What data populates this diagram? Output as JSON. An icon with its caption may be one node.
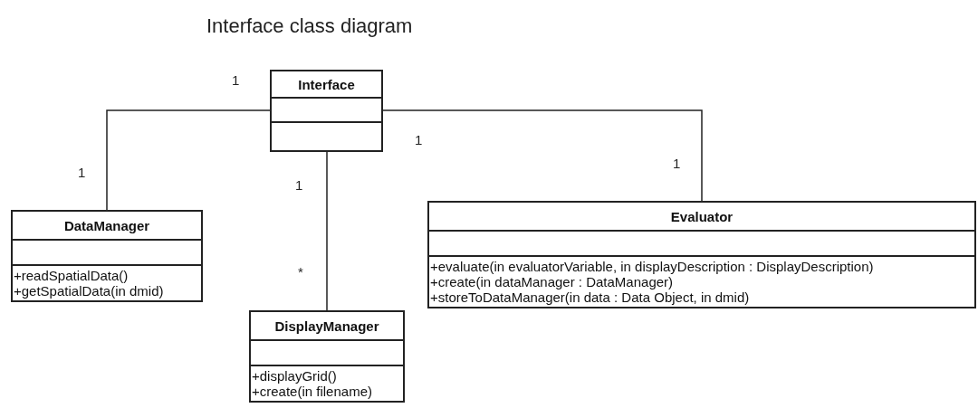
{
  "diagram": {
    "title": "Interface class diagram",
    "nodes": [
      {
        "text": [
          "Interface"
        ]
      },
      {
        "text": [
          "DataManager",
          "+readSpatialData()",
          "+getSpatialData(in dmid)"
        ]
      },
      {
        "text": [
          "DisplayManager",
          "+displayGrid()",
          "+create(in filename)"
        ]
      },
      {
        "text": [
          "Evaluator",
          "+evaluate(in evaluatorVariable, in displayDescription : DisplayDescription)",
          "+create(in dataManager : DataManager)",
          "+storeToDataManager(in data : Data Object, in dmid)"
        ]
      }
    ],
    "edges": [
      {
        "from": 0,
        "to": 1,
        "arrow": "none"
      },
      {
        "from": 0,
        "to": 2,
        "arrow": "none"
      },
      {
        "from": 0,
        "to": 3,
        "arrow": "none"
      }
    ],
    "labels": [
      "1",
      "1",
      "1",
      "1",
      "1",
      "*"
    ]
  }
}
